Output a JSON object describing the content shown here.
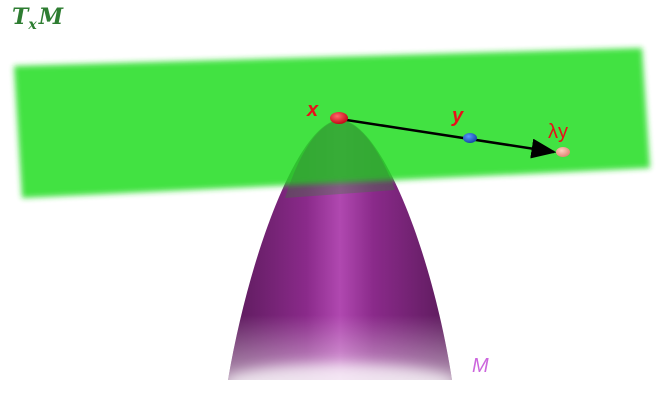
{
  "title": {
    "main": "T",
    "subscript": "x",
    "suffix": "M",
    "color": "#2e7d32"
  },
  "tangent_plane": {
    "color": "#22dd22",
    "opacity": 0.85
  },
  "manifold": {
    "label": "M",
    "color": "#8a2a8a",
    "label_color": "#cc66dd"
  },
  "points": {
    "x": {
      "label": "x",
      "color": "#e8101a",
      "label_color": "#e8101a"
    },
    "y": {
      "label": "y",
      "color": "#1e5fd0",
      "label_color": "#e8101a"
    },
    "lambda_y": {
      "label": "λy",
      "color": "#f0a08a",
      "label_color": "#e8101a"
    }
  },
  "arrow": {
    "color": "#000000"
  }
}
